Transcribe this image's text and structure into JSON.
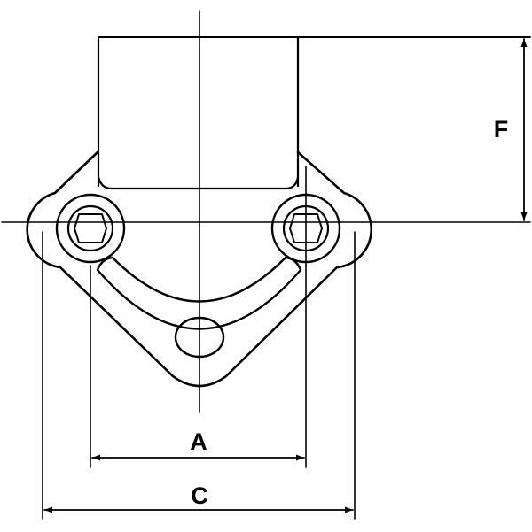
{
  "diagram": {
    "labels": {
      "dimension_a": "A",
      "dimension_c": "C",
      "dimension_f": "F"
    },
    "colors": {
      "line": "#000000",
      "background": "#ffffff"
    }
  }
}
